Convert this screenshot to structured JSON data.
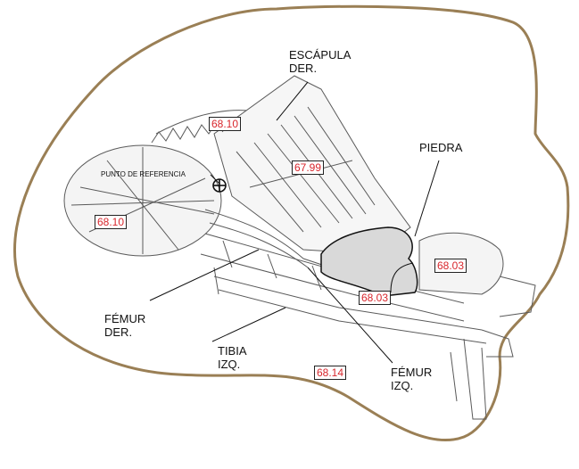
{
  "colors": {
    "outline": "#9a7f55",
    "value_text": "#d8262c",
    "stone_fill": "#d9d9d9",
    "bone_line": "#5a5a5a"
  },
  "reference": {
    "label": "PUNTO DE REFERENCIA",
    "icon": "crosshair-icon"
  },
  "labels": {
    "escapula_der": [
      "ESCÁPULA",
      "DER."
    ],
    "piedra": "PIEDRA",
    "femur_der": [
      "FÉMUR",
      "DER."
    ],
    "tibia_izq": [
      "TIBIA",
      "IZQ."
    ],
    "femur_izq": [
      "FÉMUR",
      "IZQ."
    ]
  },
  "elevations": {
    "upper_back": "68.10",
    "skull": "68.10",
    "torso": "67.99",
    "right_leg": "68.03",
    "knees": "68.03",
    "bottom": "68.14"
  }
}
